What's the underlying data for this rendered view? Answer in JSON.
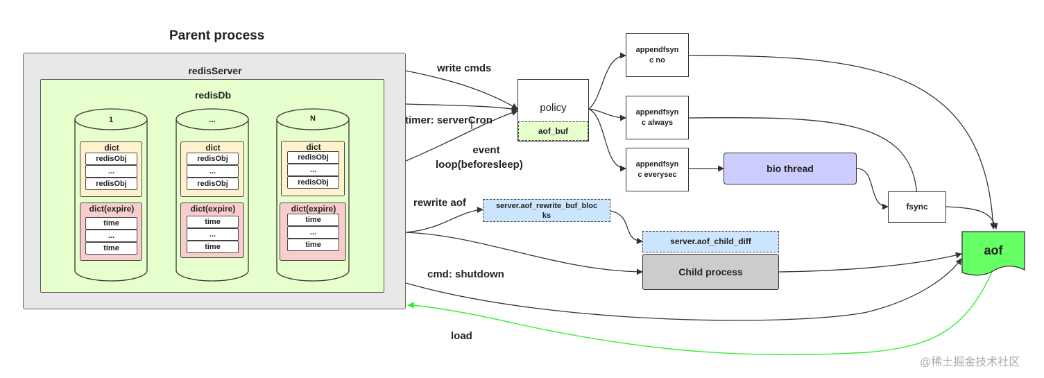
{
  "parent_title": "Parent process",
  "redis_server": "redisServer",
  "redis_db": "redisDb",
  "databases": [
    {
      "label": "1",
      "dict": "dict",
      "dict_items": [
        "redisObj",
        "...",
        "redisObj"
      ],
      "expire": "dict(expire)",
      "expire_items": [
        "time",
        "...",
        "time"
      ]
    },
    {
      "label": "...",
      "dict": "dict",
      "dict_items": [
        "redisObj",
        "...",
        "redisObj"
      ],
      "expire": "dict(expire)",
      "expire_items": [
        "time",
        "...",
        "time"
      ]
    },
    {
      "label": "N",
      "dict": "dict",
      "dict_items": [
        "redisObj",
        "...",
        "redisObj"
      ],
      "expire": "dict(expire)",
      "expire_items": [
        "time",
        "...",
        "time"
      ]
    }
  ],
  "edges": {
    "write_cmds": "write cmds",
    "timer": "timer: serverCron",
    "event": "event",
    "loop": "loop(beforesleep)",
    "rewrite_aof": "rewrite aof",
    "shutdown": "cmd: shutdown",
    "load": "load"
  },
  "policy": "policy",
  "aof_buf": "aof_buf",
  "appendfsync_no": [
    "appendfsyn",
    "c no"
  ],
  "appendfsync_always": [
    "appendfsyn",
    "c always"
  ],
  "appendfsync_everysec": [
    "appendfsyn",
    "c everysec"
  ],
  "bio_thread": "bio thread",
  "fsync": "fsync",
  "rewrite_buf": [
    "server.aof_rewrite_buf_bloc",
    "ks"
  ],
  "child_diff": "server.aof_child_diff",
  "child_process": "Child process",
  "aof": "aof",
  "watermark": "@稀土掘金技术社区",
  "colors": {
    "outer_bg": "#e8e8e8",
    "db_bg": "#e6ffcc",
    "dict_bg": "#fff2cc",
    "expire_bg": "#f8cecc",
    "aof_buf_bg": "#e6ffcc",
    "buffer_bg": "#cce5ff",
    "bio_bg": "#ccccff",
    "child_bg": "#cccccc",
    "aof_bg": "#66ff66",
    "load_arrow": "#33ee33"
  }
}
